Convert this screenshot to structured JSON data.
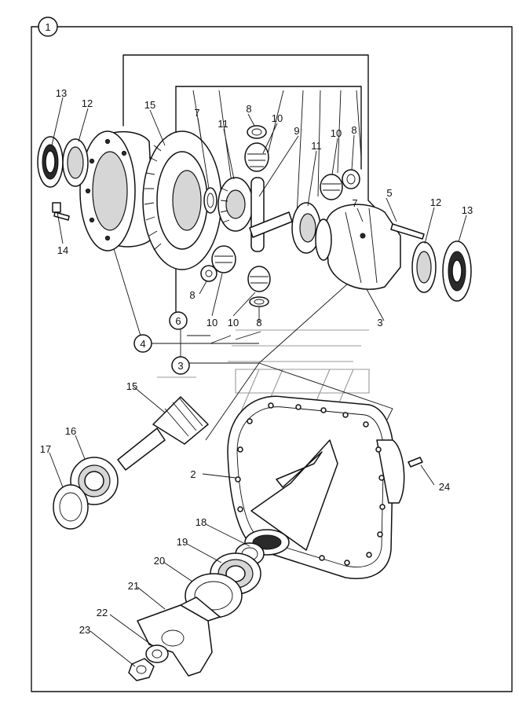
{
  "figure_number": "1",
  "colors": {
    "ink": "#111111",
    "paper": "#ffffff",
    "shade": "#2a2a2a"
  },
  "callouts": [
    {
      "id": "c13a",
      "text": "13"
    },
    {
      "id": "c12a",
      "text": "12"
    },
    {
      "id": "c15a",
      "text": "15"
    },
    {
      "id": "c7a",
      "text": "7"
    },
    {
      "id": "c11a",
      "text": "11"
    },
    {
      "id": "c8a",
      "text": "8"
    },
    {
      "id": "c10a",
      "text": "10"
    },
    {
      "id": "c9",
      "text": "9"
    },
    {
      "id": "c11b",
      "text": "11"
    },
    {
      "id": "c10b",
      "text": "10"
    },
    {
      "id": "c8b",
      "text": "8"
    },
    {
      "id": "c5",
      "text": "5"
    },
    {
      "id": "c7b",
      "text": "7"
    },
    {
      "id": "c12b",
      "text": "12"
    },
    {
      "id": "c13b",
      "text": "13"
    },
    {
      "id": "c14",
      "text": "14"
    },
    {
      "id": "c8c",
      "text": "8"
    },
    {
      "id": "c10c",
      "text": "10"
    },
    {
      "id": "c10d",
      "text": "10"
    },
    {
      "id": "c8d",
      "text": "8"
    },
    {
      "id": "c3",
      "text": "3"
    },
    {
      "id": "c15b",
      "text": "15"
    },
    {
      "id": "c16",
      "text": "16"
    },
    {
      "id": "c17",
      "text": "17"
    },
    {
      "id": "c2",
      "text": "2"
    },
    {
      "id": "c24",
      "text": "24"
    },
    {
      "id": "c18",
      "text": "18"
    },
    {
      "id": "c19",
      "text": "19"
    },
    {
      "id": "c20",
      "text": "20"
    },
    {
      "id": "c21",
      "text": "21"
    },
    {
      "id": "c22",
      "text": "22"
    },
    {
      "id": "c23",
      "text": "23"
    }
  ],
  "circled_callouts": [
    {
      "id": "o6",
      "text": "6"
    },
    {
      "id": "o4",
      "text": "4"
    },
    {
      "id": "o3",
      "text": "3"
    }
  ]
}
